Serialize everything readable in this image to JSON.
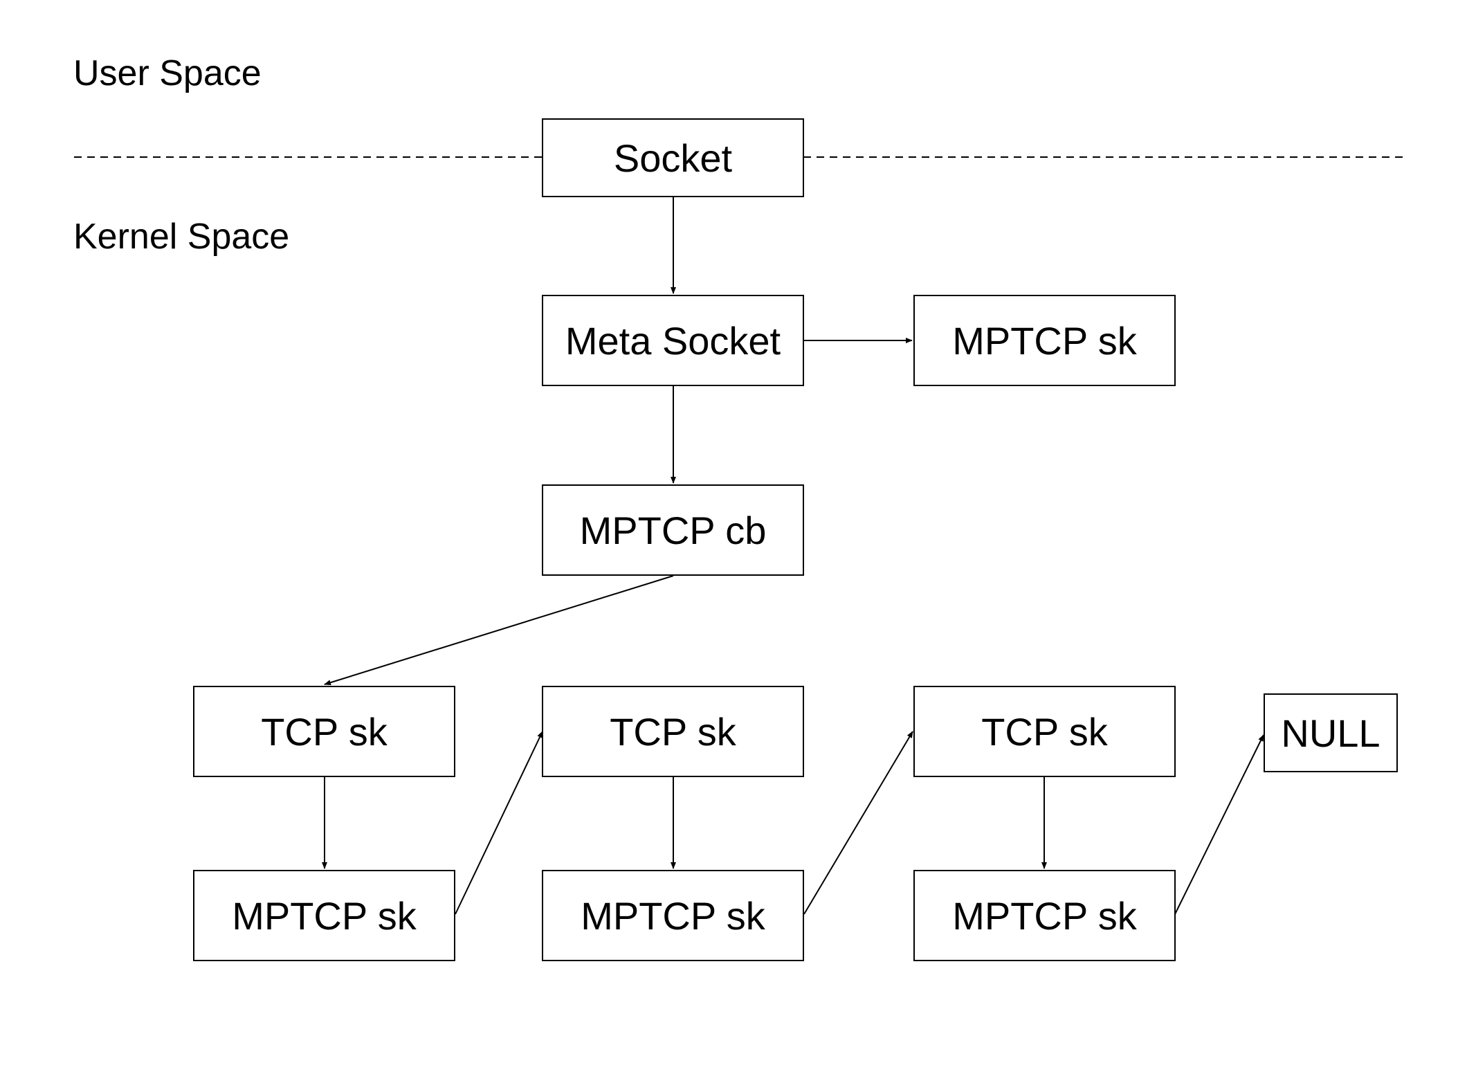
{
  "zones": {
    "user_space": "User Space",
    "kernel_space": "Kernel Space"
  },
  "nodes": {
    "socket": "Socket",
    "meta_socket": "Meta Socket",
    "mptcp_sk_meta": "MPTCP sk",
    "mptcp_cb": "MPTCP cb",
    "tcp_sk_1": "TCP sk",
    "tcp_sk_2": "TCP sk",
    "tcp_sk_3": "TCP sk",
    "null": "NULL",
    "mptcp_sk_1": "MPTCP sk",
    "mptcp_sk_2": "MPTCP sk",
    "mptcp_sk_3": "MPTCP sk"
  },
  "edges": [
    {
      "from": "socket",
      "to": "meta_socket"
    },
    {
      "from": "meta_socket",
      "to": "mptcp_sk_meta"
    },
    {
      "from": "meta_socket",
      "to": "mptcp_cb"
    },
    {
      "from": "mptcp_cb",
      "to": "tcp_sk_1"
    },
    {
      "from": "tcp_sk_1",
      "to": "mptcp_sk_1"
    },
    {
      "from": "mptcp_sk_1",
      "to": "tcp_sk_2"
    },
    {
      "from": "tcp_sk_2",
      "to": "mptcp_sk_2"
    },
    {
      "from": "mptcp_sk_2",
      "to": "tcp_sk_3"
    },
    {
      "from": "tcp_sk_3",
      "to": "mptcp_sk_3"
    },
    {
      "from": "mptcp_sk_3",
      "to": "null"
    }
  ],
  "colors": {
    "line": "#000000",
    "box_fill": "#ffffff",
    "text": "#000000"
  }
}
